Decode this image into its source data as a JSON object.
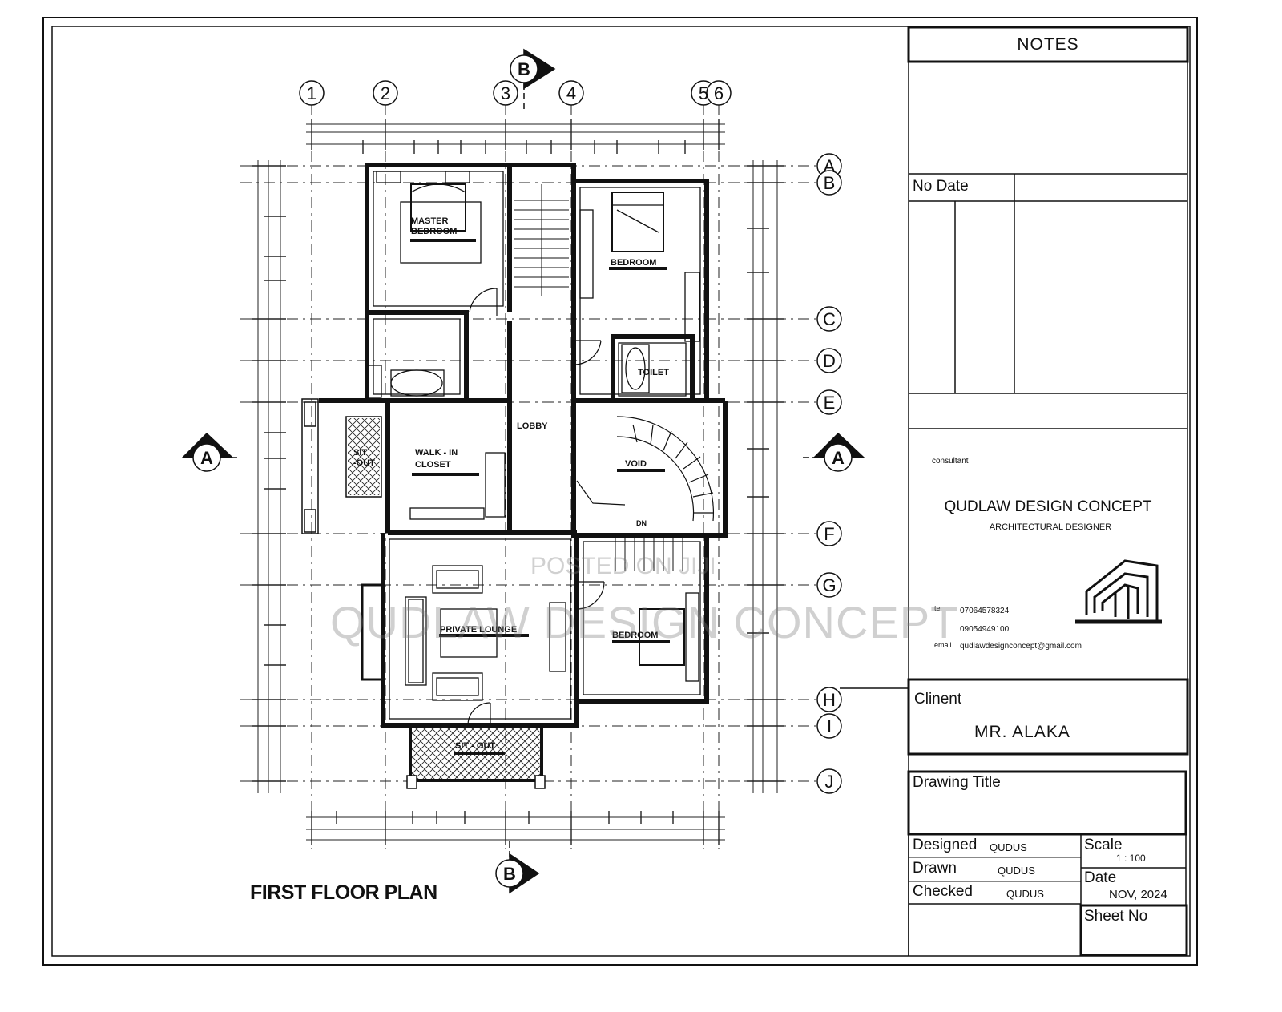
{
  "plan": {
    "title": "FIRST FLOOR PLAN",
    "grid_numbers": [
      "1",
      "2",
      "3",
      "4",
      "5",
      "6"
    ],
    "grid_letters": [
      "A",
      "B",
      "C",
      "D",
      "E",
      "F",
      "G",
      "H",
      "I",
      "J"
    ],
    "section_a": "A",
    "section_b": "B",
    "rooms": {
      "master_line1": "MASTER",
      "master_line2": "BEDROOM",
      "bedroom_1": "BEDROOM",
      "toilet": "TOILET",
      "lobby": "LOBBY",
      "sitout_line1": "SIT",
      "sitout_line2": "-OUT",
      "walkin_line1": "WALK - IN",
      "walkin_line2": "CLOSET",
      "void": "VOID",
      "dn": "DN",
      "private_lounge": "PRIVATE LOUNGE",
      "bedroom_2": "BEDROOM",
      "sitout_bottom": "SIT - OUT"
    }
  },
  "title_block": {
    "notes": "NOTES",
    "no_date": "No Date",
    "consultant_label": "consultant",
    "firm": "QUDLAW DESIGN CONCEPT",
    "firm_role": "ARCHITECTURAL DESIGNER",
    "tel_label": "tel",
    "tel_1": "07064578324",
    "tel_2": "09054949100",
    "email_label": "email",
    "email": "qudlawdesignconcept@gmail.com",
    "client_label": "Clinent",
    "client_name": "MR. ALAKA",
    "drawing_title_label": "Drawing Title",
    "designed_label": "Designed",
    "designed_by": "QUDUS",
    "drawn_label": "Drawn",
    "drawn_by": "QUDUS",
    "checked_label": "Checked",
    "checked_by": "QUDUS",
    "scale_label": "Scale",
    "scale": "1 : 100",
    "date_label": "Date",
    "date": "NOV, 2024",
    "sheet_no_label": "Sheet No"
  },
  "watermark": {
    "main": "QUDLAW DESIGN CONCEPT",
    "small": "POSTED ON JIJI"
  }
}
